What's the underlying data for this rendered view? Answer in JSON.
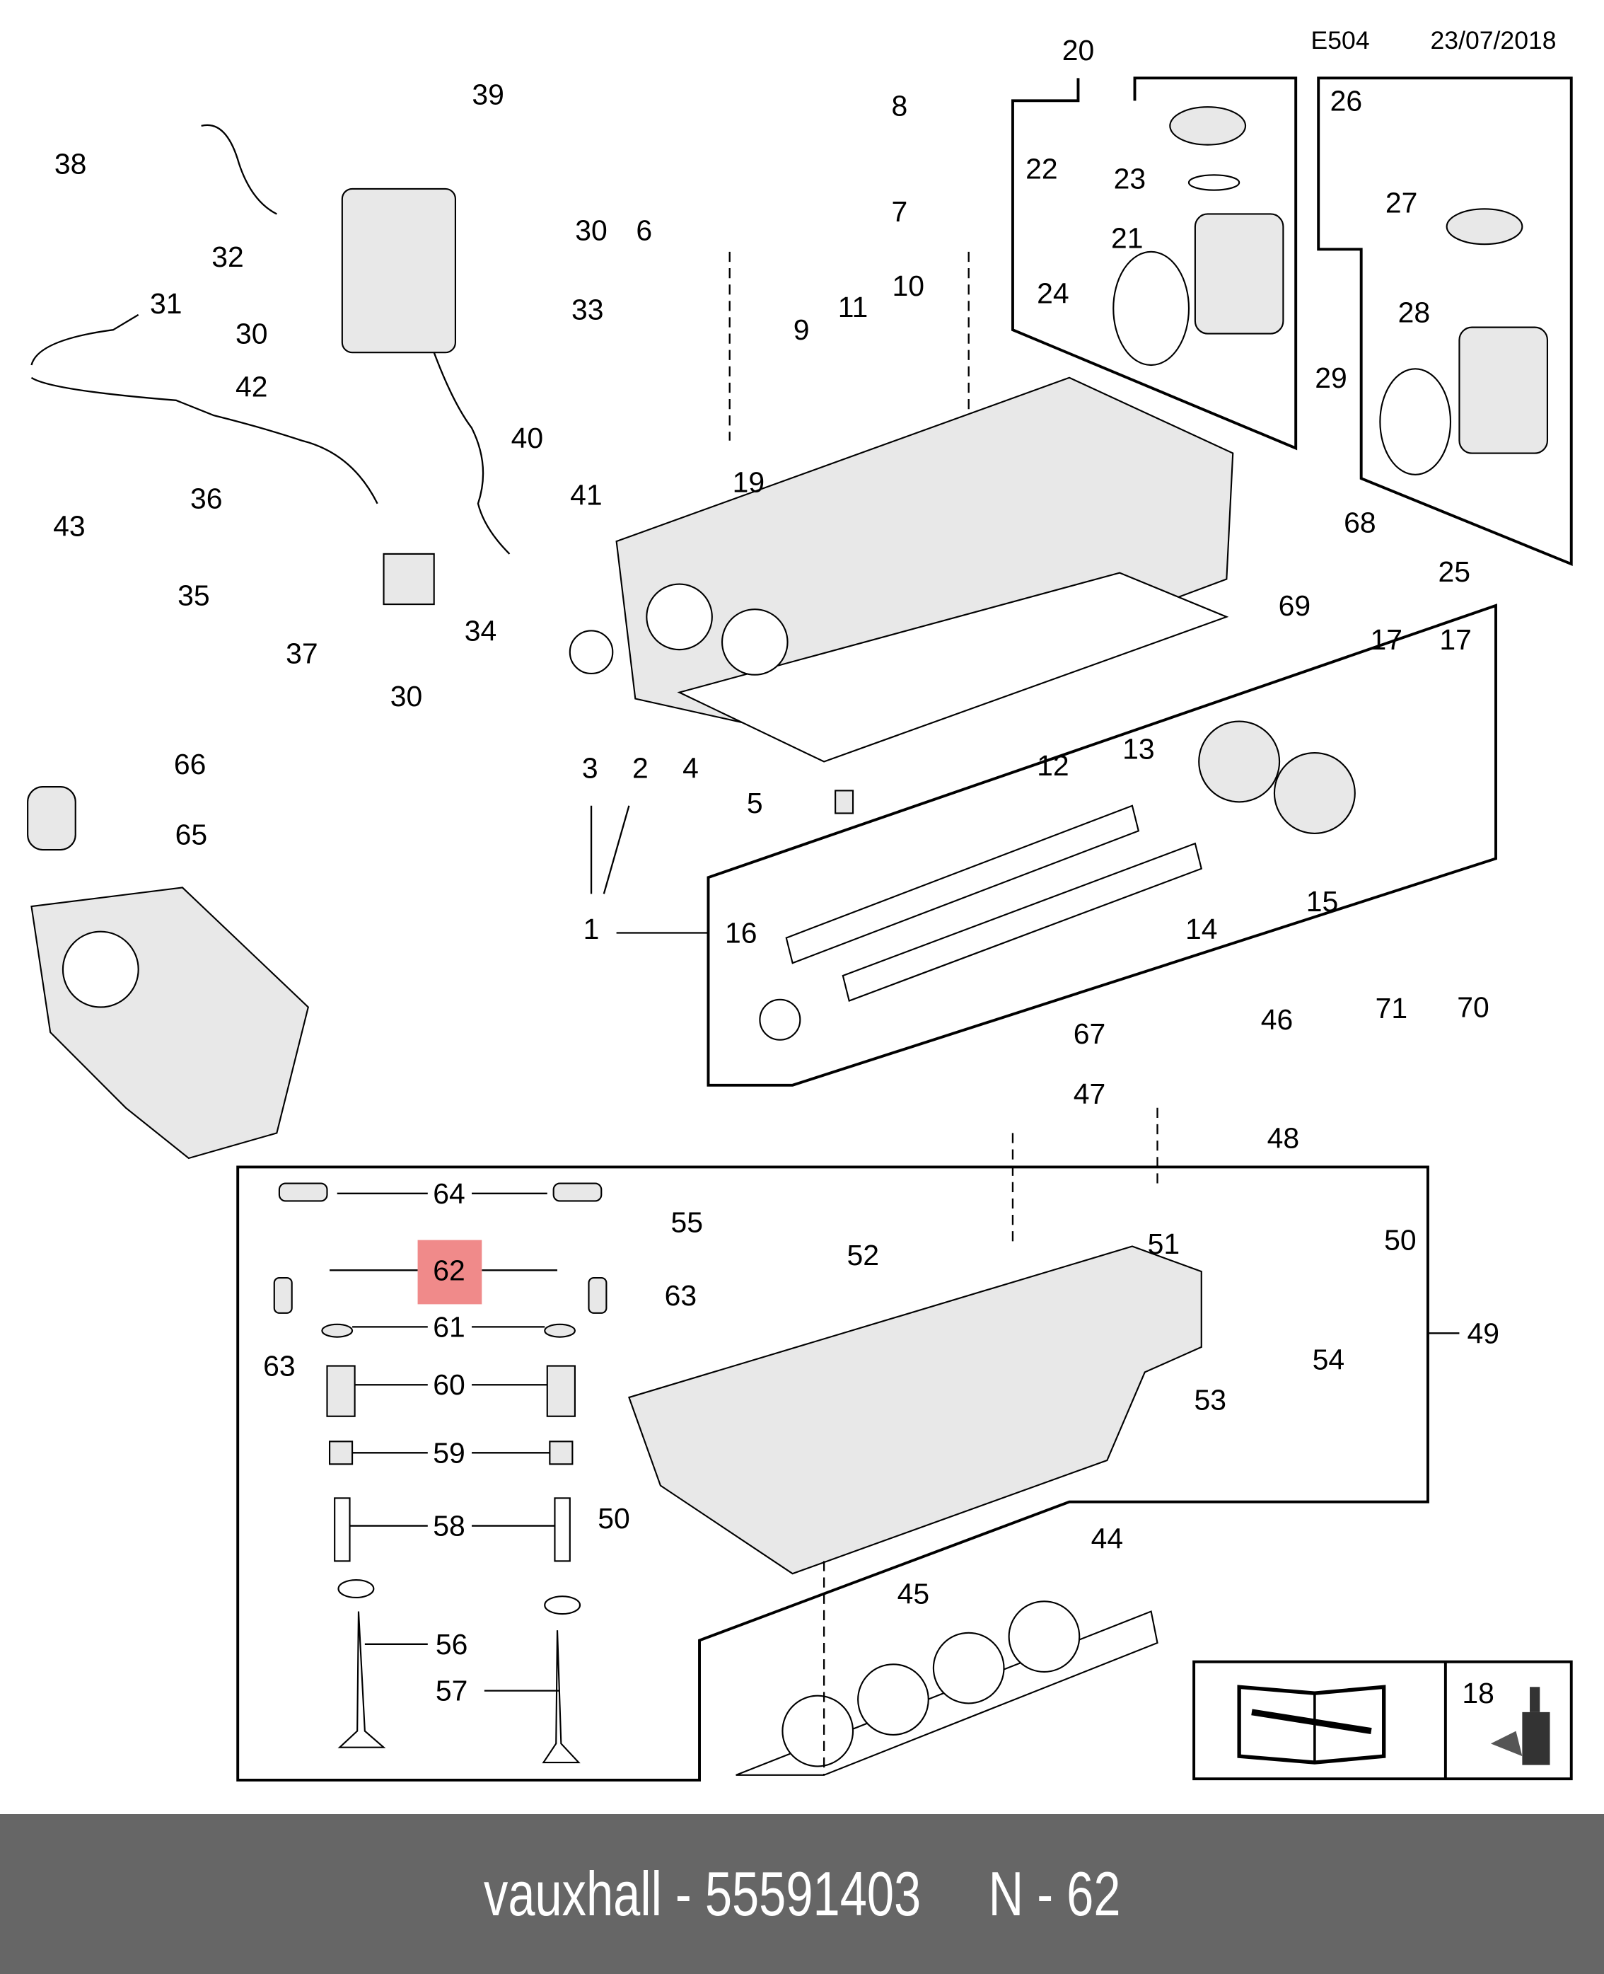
{
  "header": {
    "code": "E504",
    "date": "23/07/2018"
  },
  "highlight": {
    "label": "62",
    "color": "#f08a8a"
  },
  "callouts": [
    "39",
    "38",
    "32",
    "31",
    "30",
    "30",
    "33",
    "42",
    "40",
    "36",
    "43",
    "35",
    "37",
    "41",
    "34",
    "30",
    "6",
    "8",
    "7",
    "20",
    "22",
    "23",
    "21",
    "24",
    "29",
    "26",
    "27",
    "28",
    "25",
    "68",
    "69",
    "11",
    "10",
    "9",
    "19",
    "3",
    "2",
    "4",
    "5",
    "1",
    "17",
    "17",
    "13",
    "12",
    "14",
    "15",
    "16",
    "66",
    "65",
    "67",
    "46",
    "71",
    "70",
    "47",
    "48",
    "64",
    "55",
    "52",
    "51",
    "50",
    "63",
    "61",
    "63",
    "49",
    "60",
    "54",
    "53",
    "59",
    "50",
    "58",
    "44",
    "45",
    "56",
    "57",
    "18"
  ],
  "icons": {
    "manual": "service-manual-wrench-icon",
    "sealant": "sealant-bottle-icon"
  },
  "footer": {
    "brand": "vauxhall",
    "part_number": "55591403",
    "ref": "N - 62",
    "text": "vauxhall - 55591403     N - 62",
    "background": "#666666"
  }
}
